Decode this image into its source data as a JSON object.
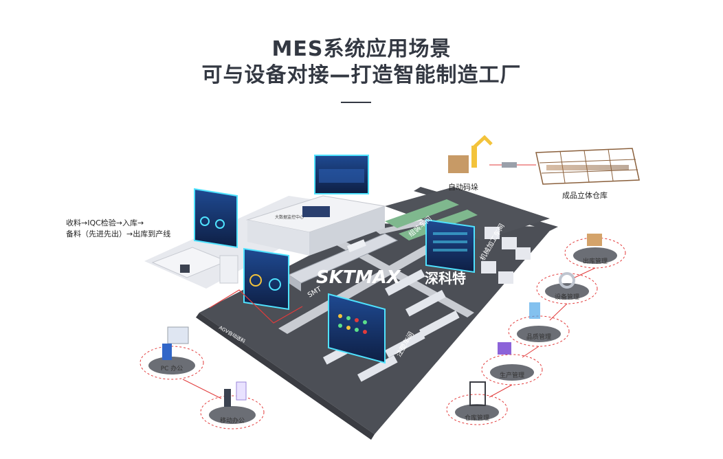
{
  "header": {
    "title_line1": "MES系统应用场景",
    "title_line2": "可与设备对接—打造智能制造工厂"
  },
  "process_note": {
    "line1": "收料→IQC检验→入库→",
    "line2": "备料（先进先出）→出库到产线"
  },
  "top_stations": {
    "palletizing": "自动码垛",
    "warehouse": "成品立体仓库"
  },
  "logo": {
    "brand_latin": "SKTMAX",
    "brand_cn": "深科特"
  },
  "zones": {
    "smt": "SMT",
    "machining": "机械加工车间",
    "injection": "注塑车间",
    "assembly": "组装车间",
    "agv": "AGV自动送料",
    "big_data": "大数据监控中心"
  },
  "modules": {
    "logistics": "出库管理",
    "equipment": "设备管理",
    "quality": "品质管理",
    "production": "生产管理",
    "warehouse": "仓库管理",
    "pc_office": "PC 办公",
    "mobile_office": "移动办公"
  },
  "colors": {
    "floor": "#55585f",
    "floor_dark": "#44474d",
    "path": "#c9ccd2",
    "accent_red": "#e23b3b",
    "screen_blue": "#1b3a78",
    "screen_cyan": "#4fe3ff",
    "podium": "#e9ebf0"
  }
}
